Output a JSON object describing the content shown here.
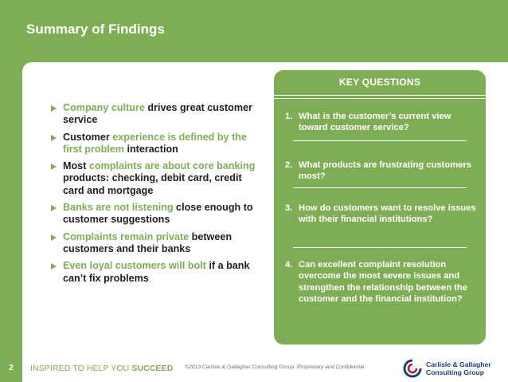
{
  "slide": {
    "title": "Summary of Findings",
    "page_number": "2"
  },
  "bullets": [
    {
      "parts": [
        {
          "text": "Company culture",
          "hl": true
        },
        {
          "text": " drives great customer service",
          "hl": false
        }
      ]
    },
    {
      "parts": [
        {
          "text": "Customer",
          "hl": false
        },
        {
          "text": " experience is defined by the first problem",
          "hl": true
        },
        {
          "text": " interaction",
          "hl": false
        }
      ]
    },
    {
      "parts": [
        {
          "text": "Most ",
          "hl": false
        },
        {
          "text": "complaints are about core banking",
          "hl": true
        },
        {
          "text": " products: checking, debit card, credit card and mortgage",
          "hl": false
        }
      ]
    },
    {
      "parts": [
        {
          "text": "Banks are not listening",
          "hl": true
        },
        {
          "text": " close enough to customer suggestions",
          "hl": false
        }
      ]
    },
    {
      "parts": [
        {
          "text": "Complaints remain private",
          "hl": true
        },
        {
          "text": " between customers and their banks",
          "hl": false
        }
      ]
    },
    {
      "parts": [
        {
          "text": "Even loyal customers will bolt",
          "hl": true
        },
        {
          "text": " if a bank can’t fix problems",
          "hl": false
        }
      ]
    }
  ],
  "key_questions": {
    "title": "KEY QUESTIONS",
    "items": [
      {
        "num": "1.",
        "text": "What is the customer’s current view toward customer service?"
      },
      {
        "num": "2.",
        "text": "What products are frustrating customers most?"
      },
      {
        "num": "3.",
        "text": "How do customers want to resolve issues with their financial institutions?"
      },
      {
        "num": "4.",
        "text": "Can excellent complaint resolution overcome the most severe issues and strengthen the relationship between the customer and the financial institution?"
      }
    ]
  },
  "footer": {
    "tagline_prefix": "INSPIRED TO HELP YOU ",
    "tagline_emphasis": "SUCCEED",
    "copyright": "©2013 Carlisle & Gallagher Consulting Group. Proprietary and Confidential",
    "logo_line1": "Carlisle & Gallagher",
    "logo_line2": "Consulting Group"
  },
  "colors": {
    "accent_green": "#7fad56",
    "logo_blue": "#1d3f7a",
    "logo_red": "#c8102e"
  }
}
